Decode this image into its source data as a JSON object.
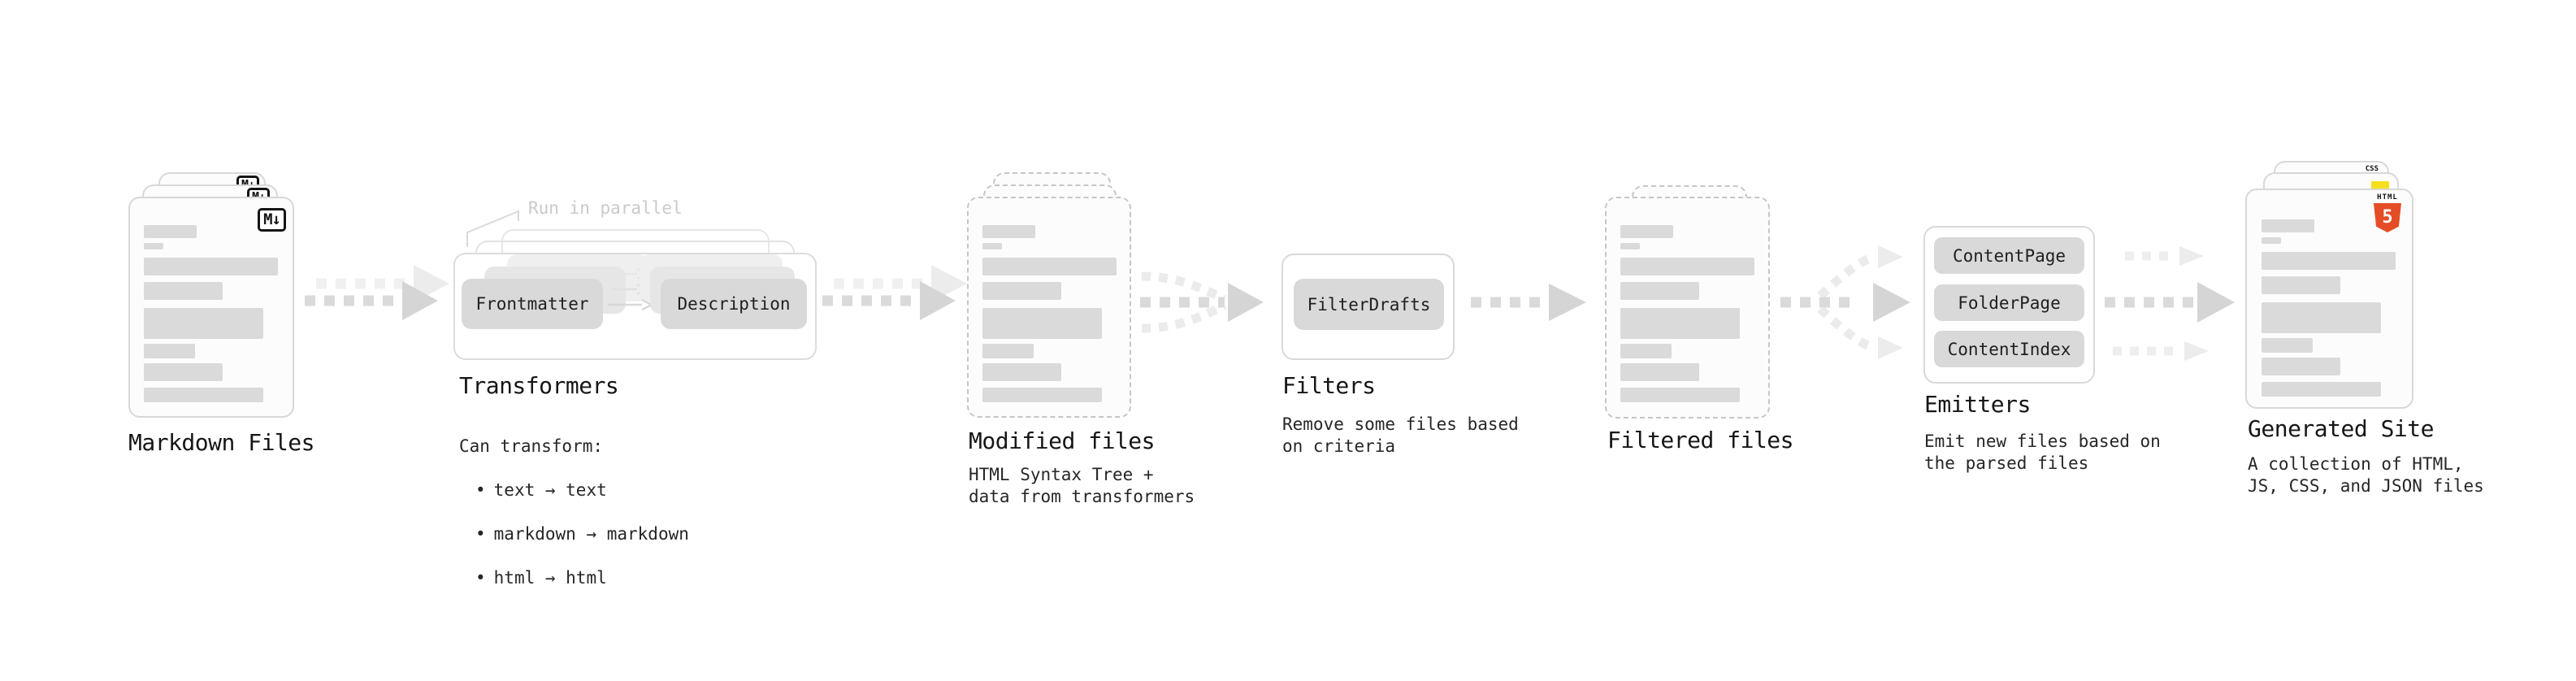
{
  "stages": {
    "markdown": {
      "title": "Markdown Files",
      "badge": "M↓"
    },
    "transformers": {
      "title": "Transformers",
      "note": "Run in parallel",
      "pill_left": "Frontmatter",
      "pill_right": "Description",
      "caption": "Can transform:",
      "bullet_char": "•",
      "bullets": [
        "text → text",
        "markdown → markdown",
        "html → html"
      ]
    },
    "modified": {
      "title": "Modified files",
      "subtitle": "HTML Syntax Tree +\ndata from transformers"
    },
    "filters": {
      "title": "Filters",
      "pill": "FilterDrafts",
      "subtitle": "Remove some files based\non criteria"
    },
    "filtered": {
      "title": "Filtered files"
    },
    "emitters": {
      "title": "Emitters",
      "pills": [
        "ContentPage",
        "FolderPage",
        "ContentIndex"
      ],
      "subtitle": "Emit new files based on\nthe parsed files"
    },
    "generated": {
      "title": "Generated Site",
      "subtitle": "A collection of HTML,\nJS, CSS, and JSON files",
      "html5_badge_top": "HTML",
      "html5_badge_number": "5",
      "css_badge": "CSS"
    }
  },
  "colors": {
    "html5_orange": "#e44d26",
    "js_yellow": "#f7df1e",
    "css_blue": "#2965f1",
    "arrow_gray": "#d5d5d5",
    "arrow_ghost": "#ececec"
  }
}
